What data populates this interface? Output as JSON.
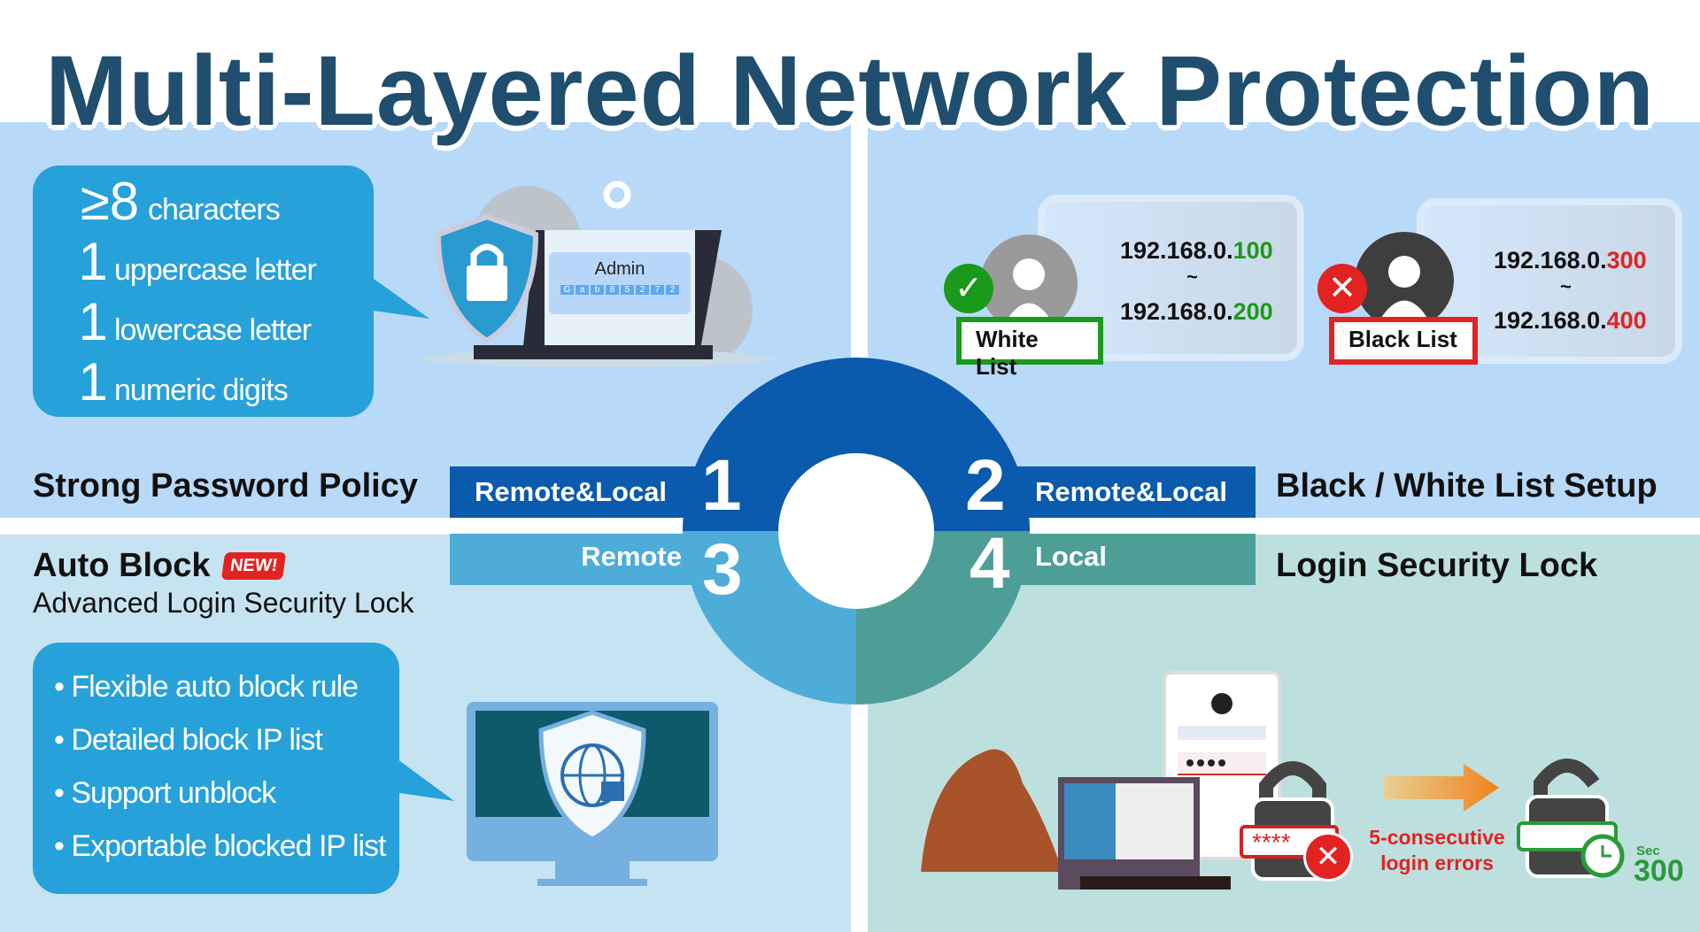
{
  "title": "Multi-Layered Network Protection",
  "colors": {
    "title": "#1f4e6e",
    "top_panel": "#b8d9f8",
    "bottom_left_panel": "#c5e3f0",
    "bottom_right_panel": "#bde0df",
    "q1": "#0a5aad",
    "q2": "#0a5aad",
    "q3": "#4eacd8",
    "q4": "#4e9e98",
    "green": "#1a9a1a",
    "red": "#e32222"
  },
  "sections": [
    {
      "number": "1",
      "scope": "Remote&Local",
      "heading": "Strong Password Policy",
      "rules": [
        {
          "count": "≥8",
          "text": "characters"
        },
        {
          "count": "1",
          "text": "uppercase letter"
        },
        {
          "count": "1",
          "text": "lowercase letter"
        },
        {
          "count": "1",
          "text": "numeric digits"
        }
      ],
      "illustration": {
        "login_label": "Admin",
        "password_keys": [
          "G",
          "a",
          "b",
          "8",
          "5",
          "2",
          "7",
          "2"
        ]
      }
    },
    {
      "number": "2",
      "scope": "Remote&Local",
      "heading": "Black / White List Setup",
      "white_list": {
        "label": "White List",
        "ip_prefix": "192.168.0.",
        "start": "100",
        "end": "200",
        "separator": "~"
      },
      "black_list": {
        "label": "Black List",
        "ip_prefix": "192.168.0.",
        "start": "300",
        "end": "400",
        "separator": "~"
      }
    },
    {
      "number": "3",
      "scope": "Remote",
      "heading": "Auto Block",
      "badge": "NEW!",
      "subheading": "Advanced Login Security Lock",
      "bullets": [
        "Flexible auto block rule",
        "Detailed block IP list",
        "Support unblock",
        "Exportable blocked IP list"
      ]
    },
    {
      "number": "4",
      "scope": "Local",
      "heading": "Login Security Lock",
      "password_mask": "****",
      "error_text_line1": "5-consecutive",
      "error_text_line2": "login errors",
      "timer_unit": "Sec",
      "timer_value": "300"
    }
  ]
}
